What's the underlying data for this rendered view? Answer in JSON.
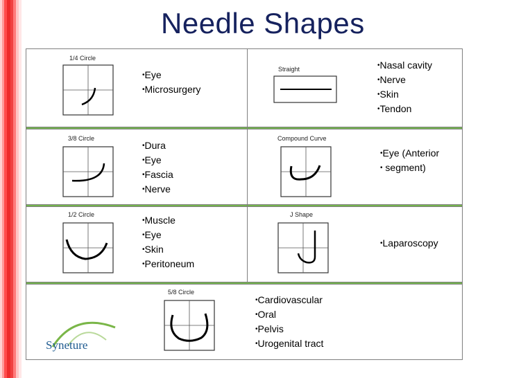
{
  "slide": {
    "title": "Needle Shapes",
    "brand": "Syneture"
  },
  "colors": {
    "green_band": "#74b54e",
    "title": "#16225e",
    "red_bar": "#ee2b2b"
  },
  "rows": [
    {
      "left_label": "1/4 Circle",
      "left_items": [
        "Eye",
        "Microsurgery"
      ],
      "right_label": "Straight",
      "right_items": [
        "Nasal cavity",
        "Nerve",
        "Skin",
        "Tendon"
      ]
    },
    {
      "left_label": "3/8 Circle",
      "left_items": [
        "Dura",
        "Eye",
        "Fascia",
        "Nerve"
      ],
      "right_label": "Compound Curve",
      "right_items": [
        "Eye (Anterior",
        " segment)"
      ]
    },
    {
      "left_label": "1/2 Circle",
      "left_items": [
        "Muscle",
        "Eye",
        "Skin",
        "Peritoneum"
      ],
      "right_label": "J Shape",
      "right_items": [
        "Laparoscopy"
      ]
    },
    {
      "center_label": "5/8 Circle",
      "center_items": [
        "Cardiovascular",
        "Oral",
        "Pelvis",
        "Urogenital tract"
      ]
    }
  ]
}
